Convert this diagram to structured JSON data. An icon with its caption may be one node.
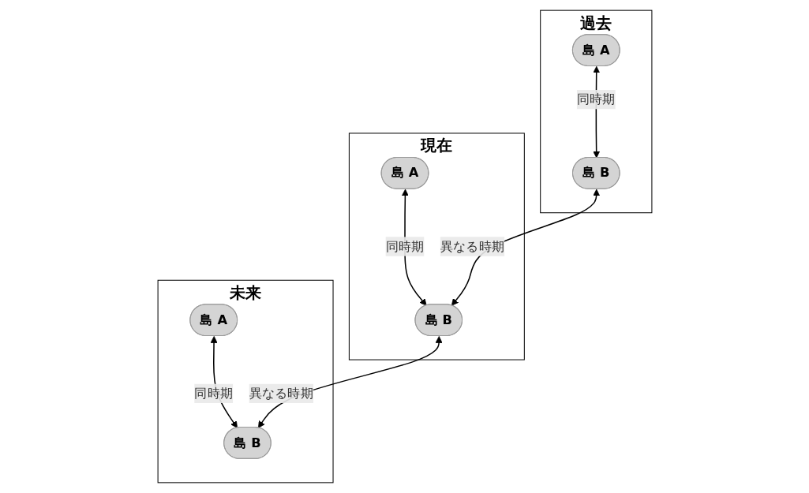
{
  "diagram": {
    "nodes": [
      {
        "text": [
          "過去"
        ]
      },
      {
        "text": [
          "島 A"
        ],
        "in": 0
      },
      {
        "text": [
          "島 B"
        ],
        "in": 0
      },
      {
        "text": [
          "現在"
        ]
      },
      {
        "text": [
          "島 A"
        ],
        "in": 3
      },
      {
        "text": [
          "島 B"
        ],
        "in": 3
      },
      {
        "text": [
          "未来"
        ]
      },
      {
        "text": [
          "島 A"
        ],
        "in": 6
      },
      {
        "text": [
          "島 B"
        ],
        "in": 6
      }
    ],
    "edges": [
      {
        "from": 1,
        "to": 2,
        "arrow": "both",
        "label": "同時期"
      },
      {
        "from": 4,
        "to": 5,
        "arrow": "both",
        "label": "同時期"
      },
      {
        "from": 7,
        "to": 8,
        "arrow": "both",
        "label": "同時期"
      },
      {
        "from": 2,
        "to": 5,
        "arrow": "both",
        "label": "異なる時期"
      },
      {
        "from": 5,
        "to": 8,
        "arrow": "both",
        "label": "異なる時期"
      }
    ]
  }
}
